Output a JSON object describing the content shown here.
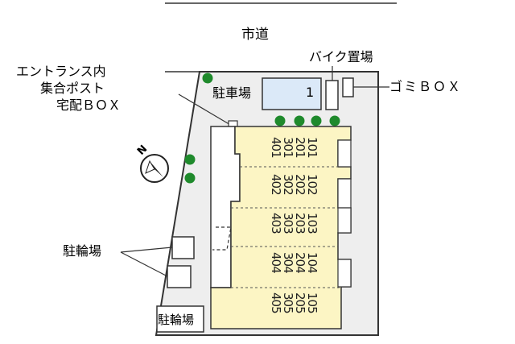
{
  "labels": {
    "road": "市道",
    "entrance_line1": "エントランス内",
    "entrance_line2": "集合ポスト",
    "entrance_line3": "宅配ＢＯＸ",
    "bike_parking": "バイク置場",
    "garbage_box": "ゴミＢＯＸ",
    "car_parking": "駐車場",
    "car_space_number": "1",
    "bicycle_parking_side": "駐輪場",
    "bicycle_parking_bottom": "駐輪場",
    "north": "N"
  },
  "units": [
    [
      "401",
      "301",
      "201",
      "101"
    ],
    [
      "402",
      "302",
      "202",
      "102"
    ],
    [
      "403",
      "303",
      "203",
      "103"
    ],
    [
      "404",
      "304",
      "204",
      "104"
    ],
    [
      "405",
      "305",
      "205",
      "105"
    ]
  ],
  "colors": {
    "building": "#fcf5c4",
    "site": "#eeeeee",
    "parking": "#dbe9f8",
    "tree": "#1f8a2c",
    "outline": "#333333"
  }
}
